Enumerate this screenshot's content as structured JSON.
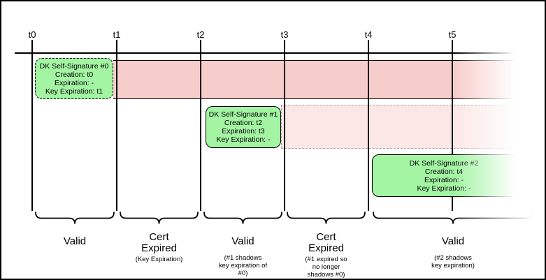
{
  "colors": {
    "line": "#000000",
    "box-fill": "#a3f4a3",
    "box-stroke": "#000000",
    "band1-fill": "#f7cdcb",
    "band2-fill": "#fbe7e6",
    "band2-stroke": "#a3a3a3"
  },
  "timeline": {
    "ticks": [
      "t0",
      "t1",
      "t2",
      "t3",
      "t4",
      "t5"
    ]
  },
  "signature_boxes": [
    {
      "lines": [
        "DK Self-Signature #0",
        "Creation: t0",
        "Expiration: -",
        "Key Expiration: t1"
      ]
    },
    {
      "lines": [
        "DK Self-Signature #1",
        "Creation: t2",
        "Expiration: t3",
        "Key Expiration: -"
      ]
    },
    {
      "lines": [
        "DK Self-Signature #2",
        "Creation: t4",
        "Expiration: -",
        "Key Expiration: -"
      ]
    }
  ],
  "intervals": [
    {
      "main": [
        "Valid"
      ],
      "sub": []
    },
    {
      "main": [
        "Cert",
        "Expired"
      ],
      "sub": [
        "(Key Expiration)"
      ]
    },
    {
      "main": [
        "Valid"
      ],
      "sub": [
        "(#1 shadows",
        "key expiration of",
        "#0)"
      ]
    },
    {
      "main": [
        "Cert",
        "Expired"
      ],
      "sub": [
        "(#1 expired so",
        "no longer",
        "shadows #0)"
      ]
    },
    {
      "main": [
        "Valid"
      ],
      "sub": [
        "(#2 shadows",
        "key expiration)"
      ]
    }
  ]
}
